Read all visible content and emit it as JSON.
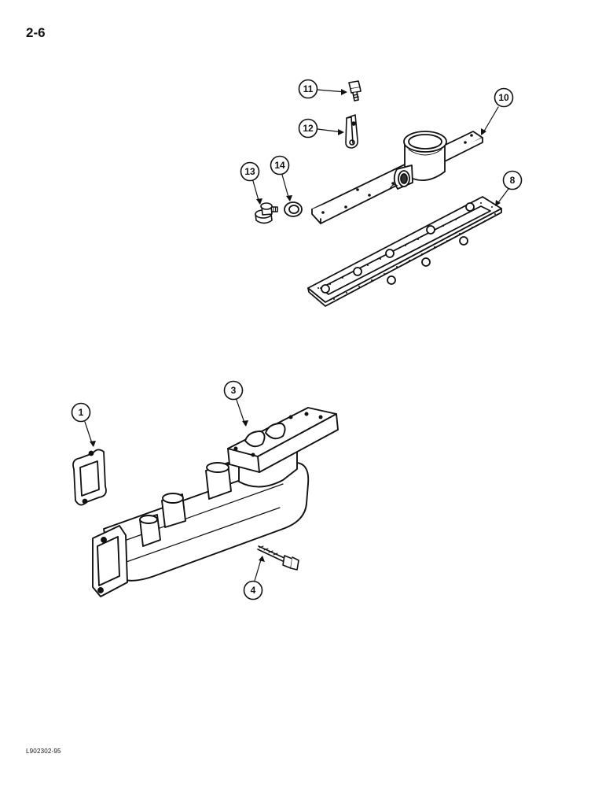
{
  "page": {
    "number": "2-6",
    "figure_code": "L902302-95"
  },
  "callouts": [
    {
      "id": "c11",
      "label": "11"
    },
    {
      "id": "c12",
      "label": "12"
    },
    {
      "id": "c10",
      "label": "10"
    },
    {
      "id": "c13",
      "label": "13"
    },
    {
      "id": "c14",
      "label": "14"
    },
    {
      "id": "c8",
      "label": "8"
    },
    {
      "id": "c3",
      "label": "3"
    },
    {
      "id": "c1",
      "label": "1"
    },
    {
      "id": "c4",
      "label": "4"
    }
  ]
}
